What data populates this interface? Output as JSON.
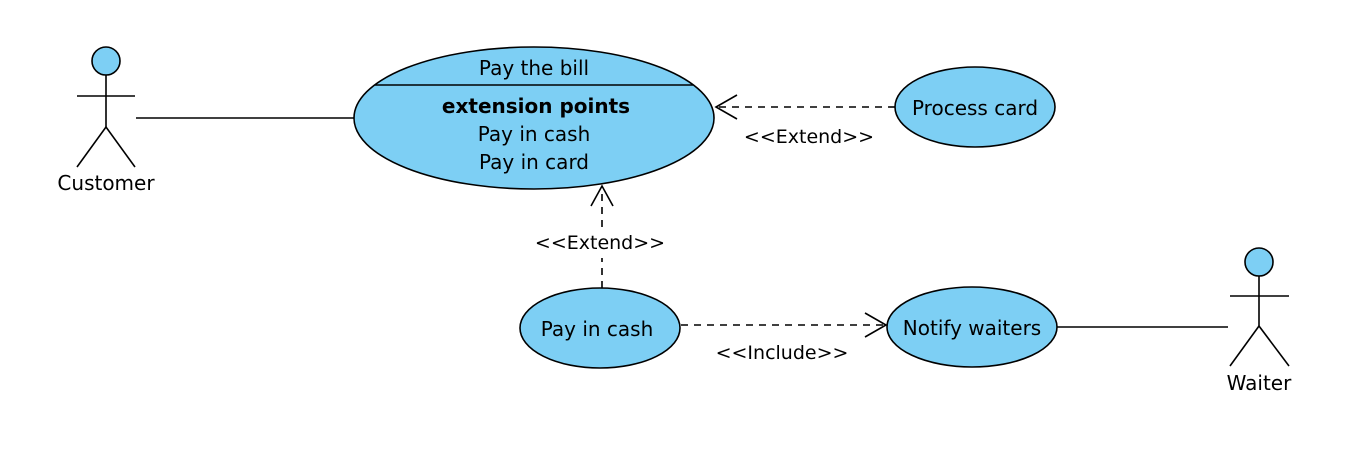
{
  "actors": {
    "customer": {
      "name": "Customer"
    },
    "waiter": {
      "name": "Waiter"
    }
  },
  "use_cases": {
    "pay_bill": {
      "name": "Pay the bill",
      "extension_points_header": "extension points",
      "extension_points": [
        "Pay in cash",
        "Pay in card"
      ]
    },
    "process_card": {
      "name": "Process card"
    },
    "pay_cash": {
      "name": "Pay in cash"
    },
    "notify_waiters": {
      "name": "Notify waiters"
    }
  },
  "relationships": [
    {
      "from": "Process card",
      "to": "Pay the bill",
      "type": "extend",
      "label": "<<Extend>>"
    },
    {
      "from": "Pay in cash",
      "to": "Pay the bill",
      "type": "extend",
      "label": "<<Extend>>"
    },
    {
      "from": "Pay in cash",
      "to": "Notify waiters",
      "type": "include",
      "label": "<<Include>>"
    }
  ],
  "colors": {
    "use_case_fill": "#7dcff4",
    "line": "#000000"
  }
}
